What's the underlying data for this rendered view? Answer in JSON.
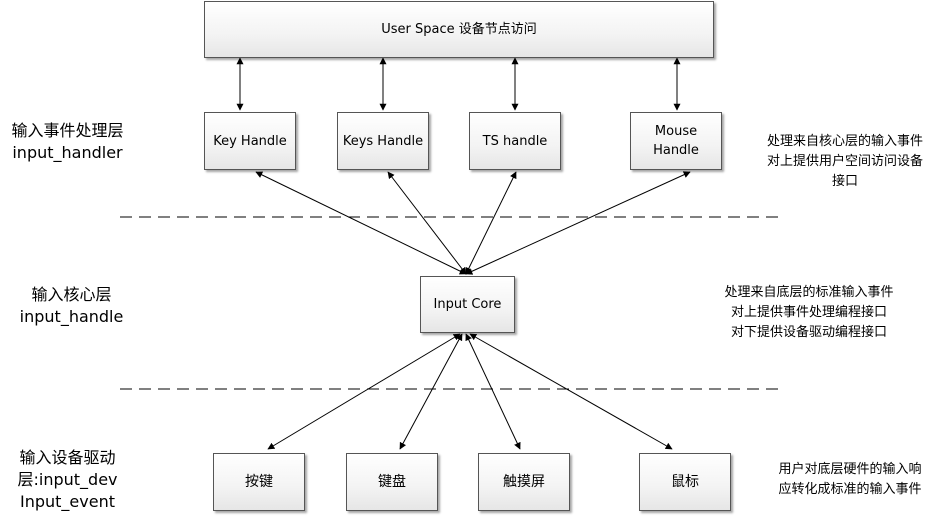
{
  "user_space": {
    "label": "User Space 设备节点访问"
  },
  "handlers": [
    {
      "label": "Key Handle"
    },
    {
      "label": "Keys Handle"
    },
    {
      "label": "TS handle"
    },
    {
      "label": "Mouse\nHandle"
    }
  ],
  "core": {
    "label": "Input Core"
  },
  "devices": [
    {
      "label": "按键"
    },
    {
      "label": "键盘"
    },
    {
      "label": "触摸屏"
    },
    {
      "label": "鼠标"
    }
  ],
  "layers": {
    "handler": "输入事件处理层\ninput_handler",
    "core": "输入核心层\ninput_handle",
    "device": "输入设备驱动\n层:input_dev\nInput_event"
  },
  "notes": {
    "handler": "处理来自核心层的输入事件\n对上提供用户空间访问设备\n接口",
    "core": "处理来自底层的标准输入事件\n对上提供事件处理编程接口\n对下提供设备驱动编程接口",
    "device": "用户对底层硬件的输入响\n应转化成标准的输入事件"
  },
  "colors": {
    "line": "#000000",
    "box_border": "#555555"
  }
}
